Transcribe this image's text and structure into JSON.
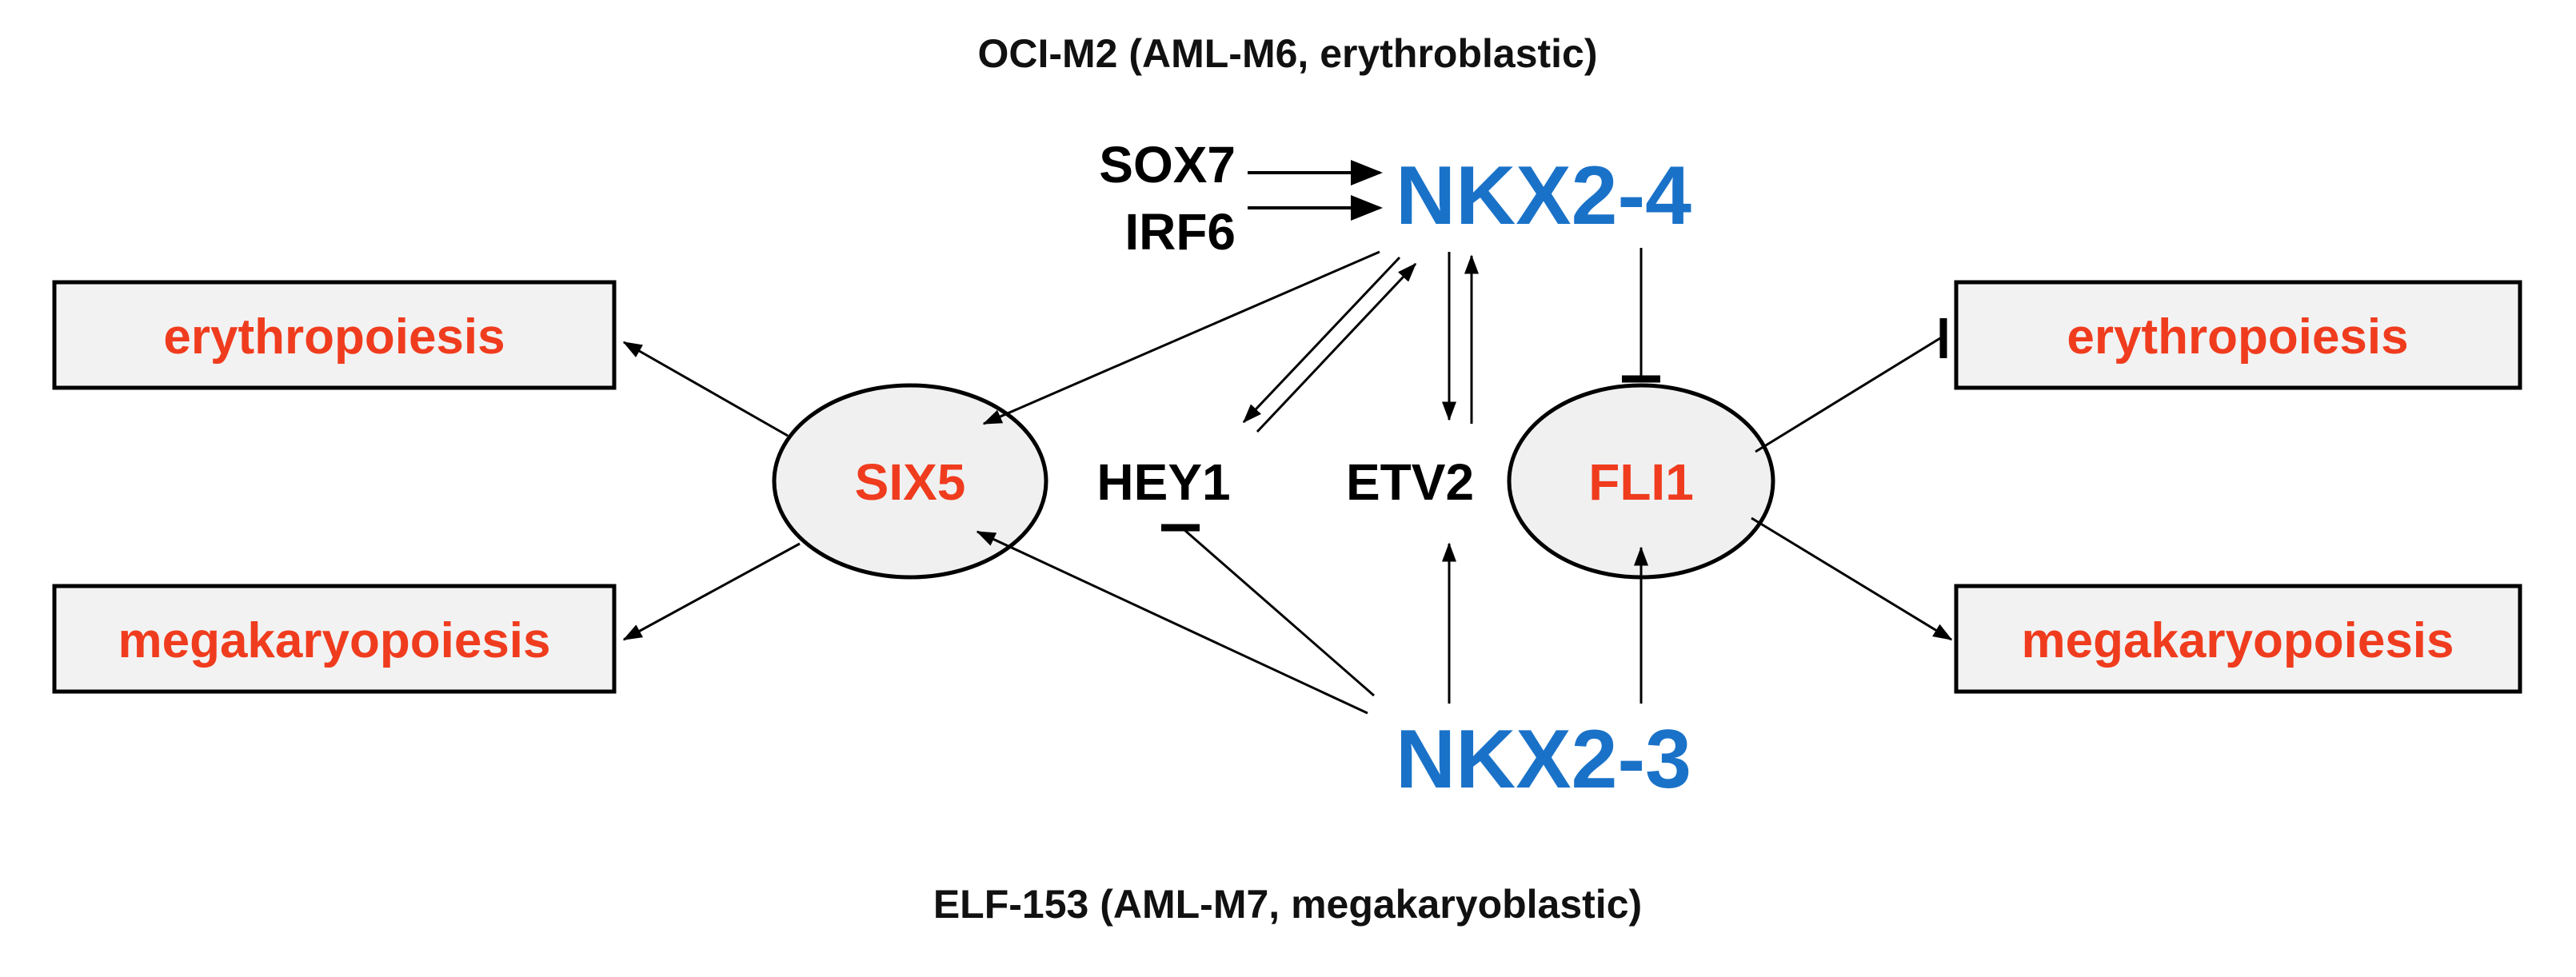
{
  "colors": {
    "red": "#f03c1e",
    "blue": "#1a72c8",
    "black": "#000000",
    "box_fill": "#f2f2f2"
  },
  "captions": {
    "top": "OCI-M2 (AML-M6, erythroblastic)",
    "bottom": "ELF-153 (AML-M7, megakaryoblastic)"
  },
  "genes": {
    "sox7": "SOX7",
    "irf6": "IRF6",
    "nkx2_4": "NKX2-4",
    "nkx2_3": "NKX2-3",
    "six5": "SIX5",
    "hey1": "HEY1",
    "etv2": "ETV2",
    "fli1": "FLI1"
  },
  "processes": {
    "left_erythro": "erythropoiesis",
    "left_mega": "megakaryopoiesis",
    "right_erythro": "erythropoiesis",
    "right_mega": "megakaryopoiesis"
  },
  "edges": [
    {
      "from": "SOX7",
      "to": "NKX2-4",
      "type": "activation"
    },
    {
      "from": "IRF6",
      "to": "NKX2-4",
      "type": "activation"
    },
    {
      "from": "NKX2-4",
      "to": "SIX5",
      "type": "activation"
    },
    {
      "from": "NKX2-4",
      "to": "HEY1",
      "type": "activation"
    },
    {
      "from": "HEY1",
      "to": "NKX2-4",
      "type": "activation"
    },
    {
      "from": "NKX2-4",
      "to": "ETV2",
      "type": "activation"
    },
    {
      "from": "ETV2",
      "to": "NKX2-4",
      "type": "activation"
    },
    {
      "from": "NKX2-4",
      "to": "FLI1",
      "type": "inhibition"
    },
    {
      "from": "SIX5",
      "to": "erythropoiesis",
      "type": "activation"
    },
    {
      "from": "SIX5",
      "to": "megakaryopoiesis",
      "type": "activation"
    },
    {
      "from": "FLI1",
      "to": "erythropoiesis",
      "type": "inhibition"
    },
    {
      "from": "FLI1",
      "to": "megakaryopoiesis",
      "type": "activation"
    },
    {
      "from": "NKX2-3",
      "to": "SIX5",
      "type": "activation"
    },
    {
      "from": "NKX2-3",
      "to": "HEY1",
      "type": "inhibition"
    },
    {
      "from": "NKX2-3",
      "to": "ETV2",
      "type": "activation"
    },
    {
      "from": "NKX2-3",
      "to": "FLI1",
      "type": "activation"
    }
  ]
}
